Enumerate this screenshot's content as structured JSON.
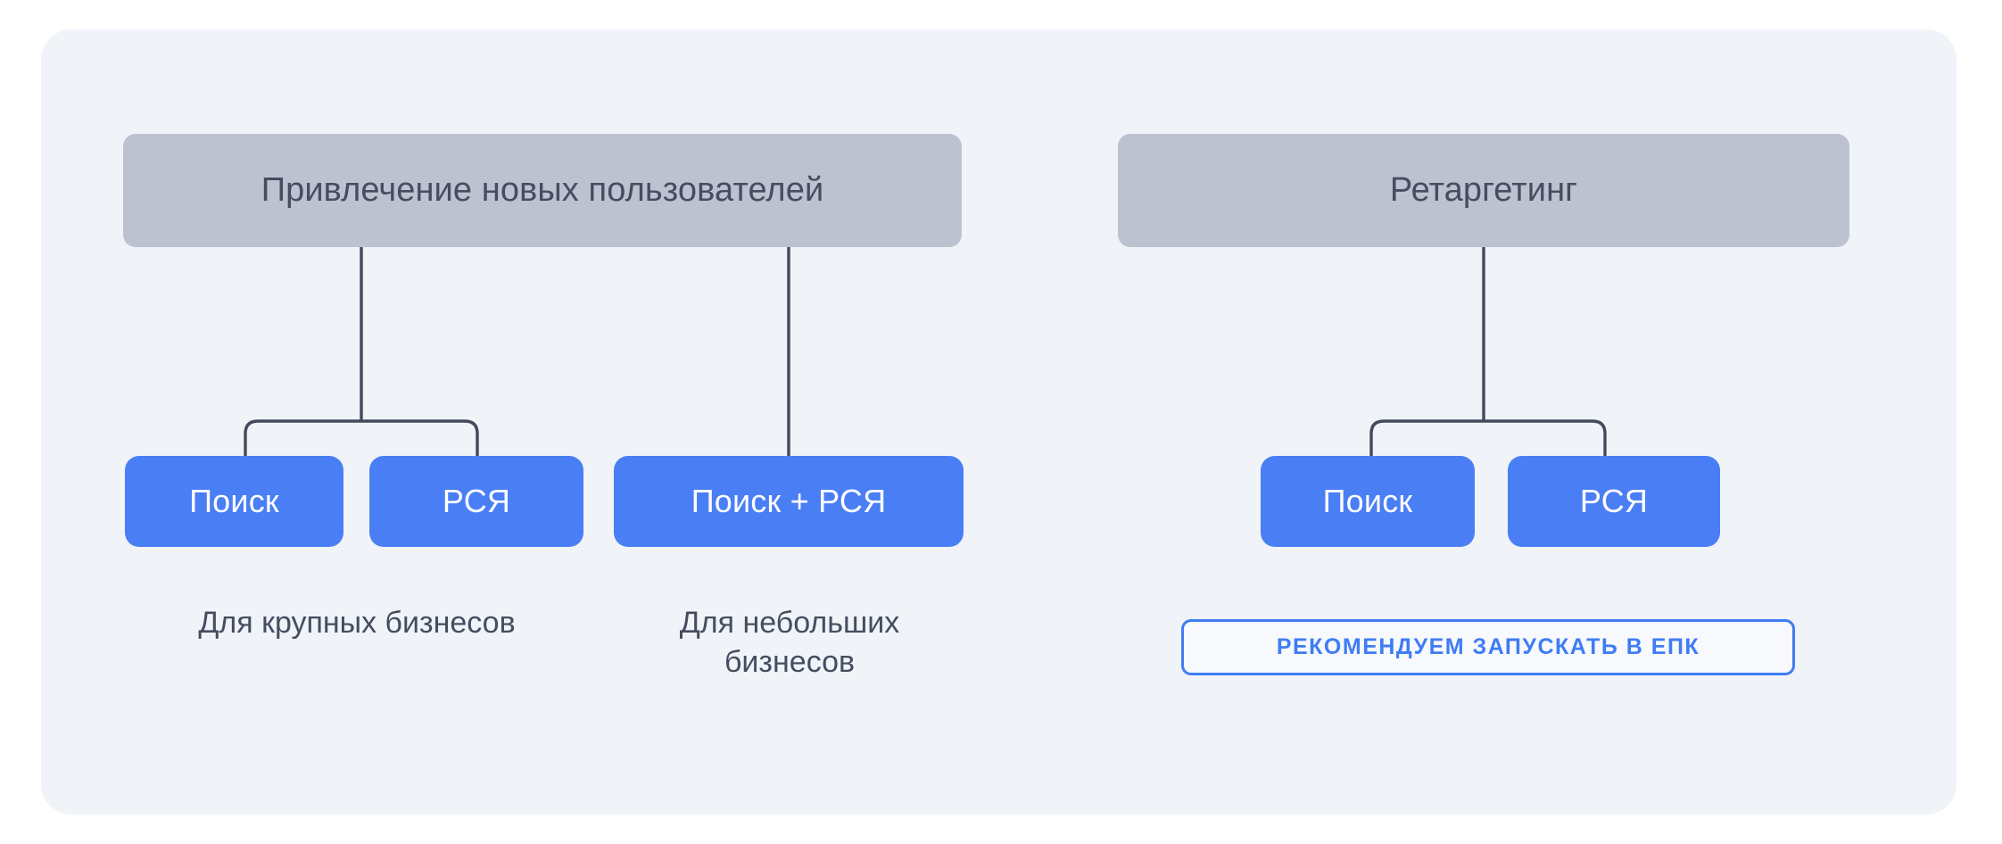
{
  "card": {
    "background_color": "#f0f3f8"
  },
  "theme": {
    "accent_blue": "#4a7ef5",
    "badge_blue": "#3f7cf5",
    "group_gray": "#bdc2d1",
    "text_dark": "#454d60",
    "connector_line": "#434a5c"
  },
  "groups": [
    {
      "id": "acquisition",
      "header_label": "Привлечение новых пользователей",
      "branches": [
        {
          "id": "large-business",
          "buttons": [
            {
              "id": "acq-search",
              "label": "Поиск"
            },
            {
              "id": "acq-rsya",
              "label": "РСЯ"
            }
          ],
          "caption": "Для крупных бизнесов"
        },
        {
          "id": "small-business",
          "buttons": [
            {
              "id": "acq-combo",
              "label": "Поиск + РСЯ"
            }
          ],
          "caption": "Для небольших бизнесов"
        }
      ]
    },
    {
      "id": "retargeting",
      "header_label": "Ретаргетинг",
      "branches": [
        {
          "id": "retargeting-channels",
          "buttons": [
            {
              "id": "ret-search",
              "label": "Поиск"
            },
            {
              "id": "ret-rsya",
              "label": "РСЯ"
            }
          ],
          "badge": "РЕКОМЕНДУЕМ ЗАПУСКАТЬ В ЕПК"
        }
      ]
    }
  ]
}
